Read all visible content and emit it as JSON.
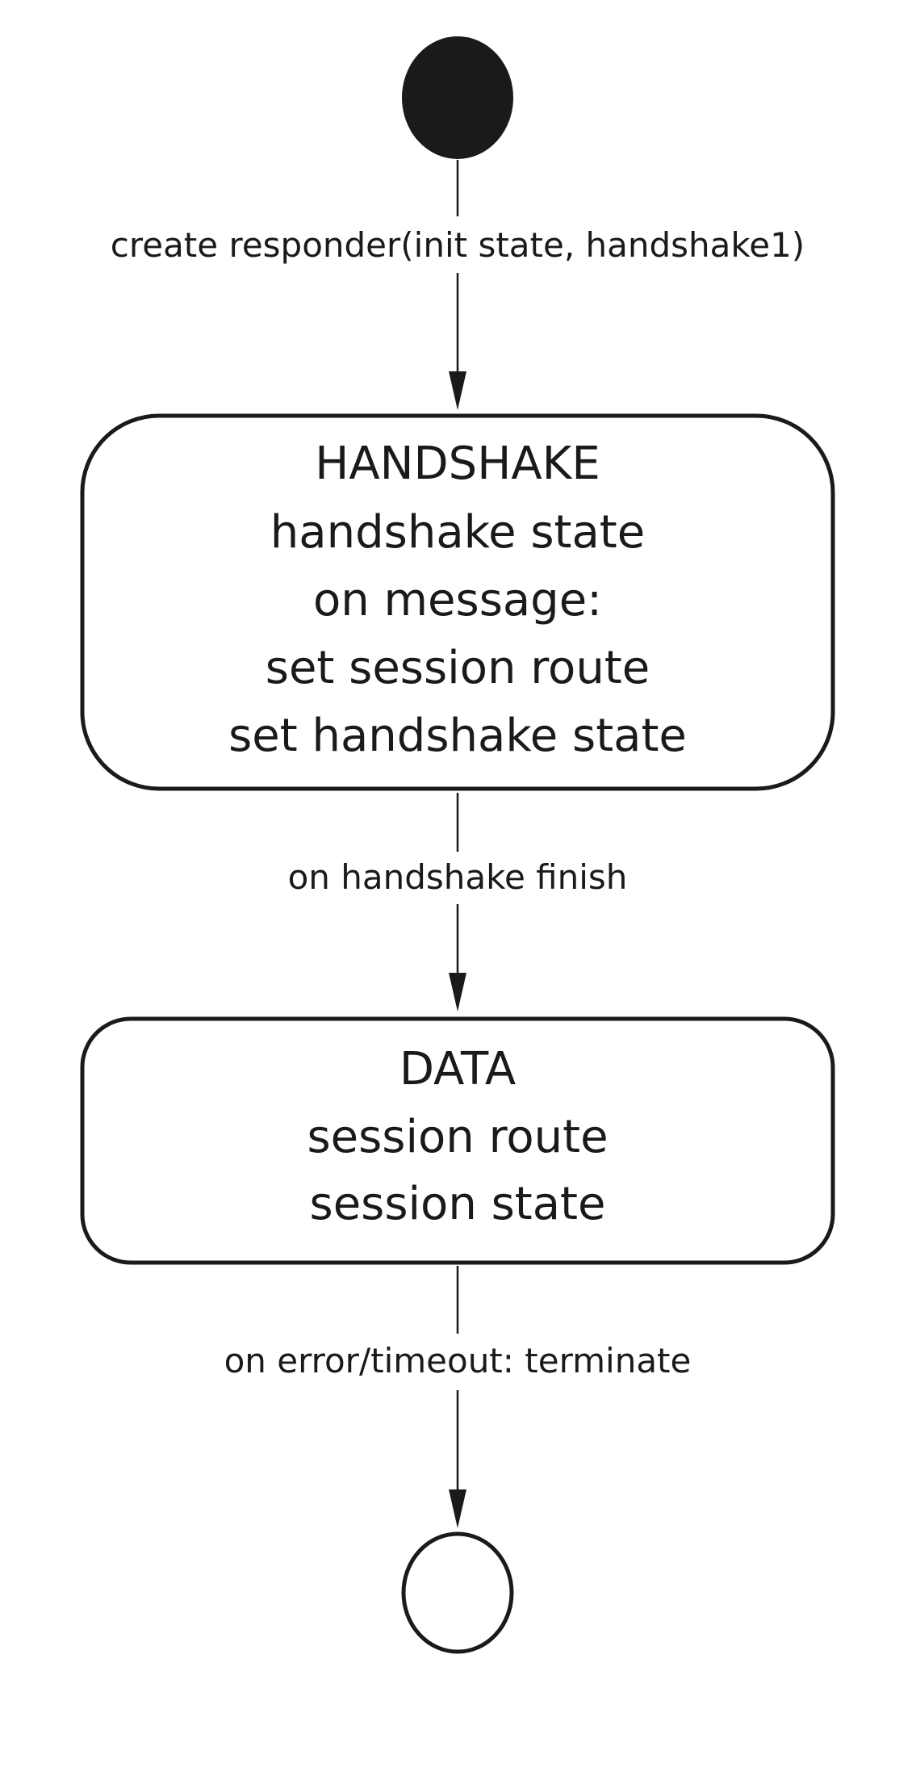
{
  "diagram": {
    "type": "state-machine",
    "states": [
      {
        "id": "handshake",
        "lines": [
          "HANDSHAKE",
          "handshake state",
          "on message:",
          "set session route",
          "set handshake state"
        ]
      },
      {
        "id": "data",
        "lines": [
          "DATA",
          "session route",
          "session state"
        ]
      }
    ],
    "transitions": [
      {
        "from": "start",
        "to": "handshake",
        "label": "create responder(init state, handshake1)"
      },
      {
        "from": "handshake",
        "to": "data",
        "label": "on handshake finish"
      },
      {
        "from": "data",
        "to": "end",
        "label": "on error/timeout: terminate"
      }
    ]
  }
}
